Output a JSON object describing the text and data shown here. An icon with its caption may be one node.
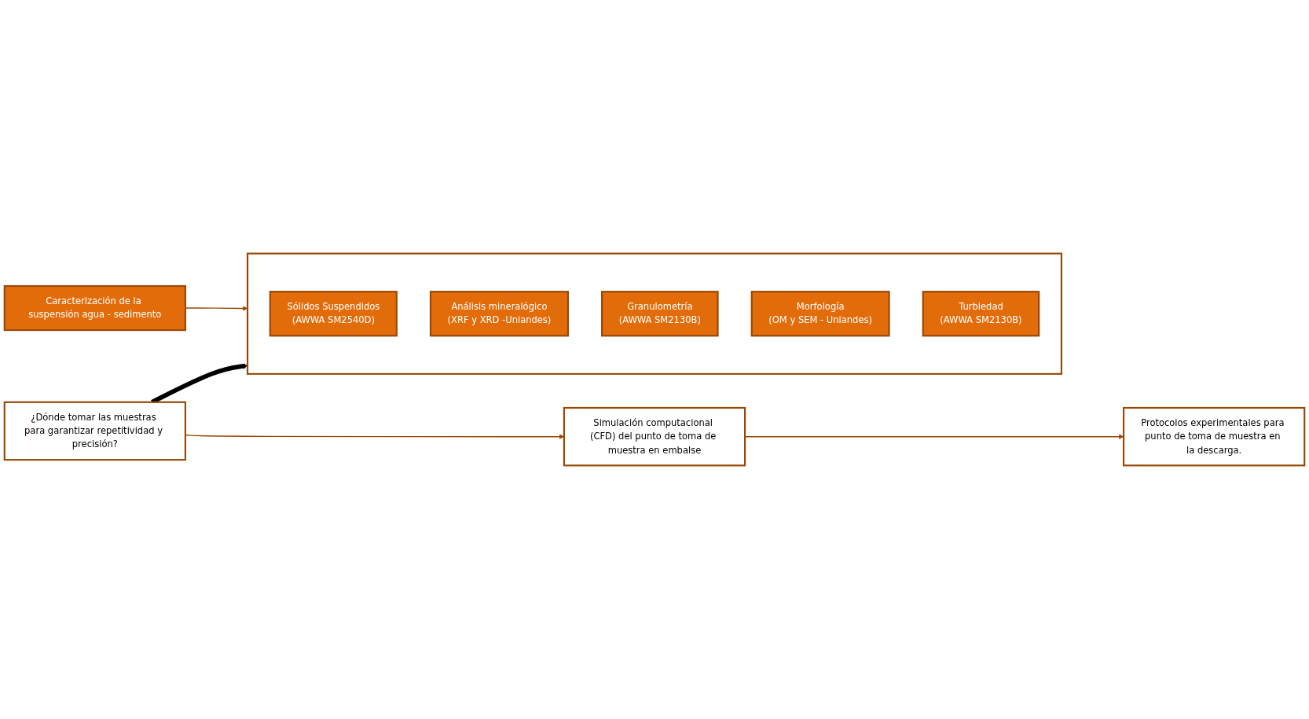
{
  "diagram": {
    "nodes": [
      {
        "text": [
          "Caracterización de la suspensión agua - sedimento"
        ]
      },
      {
        "text": [],
        "shape": "box"
      },
      {
        "text": [
          "Sólidos Suspendidos",
          "(AWWA SM2540D)"
        ],
        "in": 1
      },
      {
        "text": [
          "Análisis mineralógico",
          "(XRF y XRD -Uniandes)"
        ],
        "in": 1
      },
      {
        "text": [
          "Granulometría",
          "(AWWA SM2130B)"
        ],
        "in": 1
      },
      {
        "text": [
          "Morfología",
          "(OM y SEM - Uniandes)"
        ],
        "in": 1
      },
      {
        "text": [
          "Turbiedad",
          "(AWWA SM2130B)"
        ],
        "in": 1
      },
      {
        "text": [
          "¿Dónde tomar las muestras para garantizar repetitividad y precisión?"
        ]
      },
      {
        "text": [
          "Simulación computacional (CFD) del punto de toma de muestra en embalse"
        ]
      },
      {
        "text": [
          "Protocolos experimentales para punto de toma de muestra en la descarga."
        ]
      }
    ],
    "edges": [
      {
        "from": 0,
        "to": 1,
        "arrow": "to"
      },
      {
        "from": 7,
        "to": 1,
        "arrow": "to",
        "style": "thick",
        "color": "#000000"
      },
      {
        "from": 7,
        "to": 8,
        "arrow": "to"
      },
      {
        "from": 8,
        "to": 9,
        "arrow": "to"
      }
    ]
  }
}
